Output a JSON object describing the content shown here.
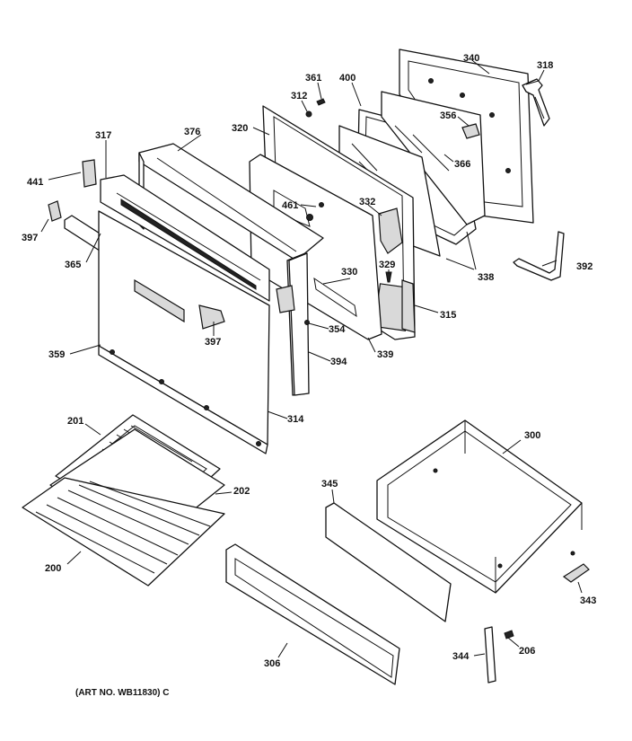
{
  "callouts": {
    "p340": "340",
    "p318": "318",
    "p361": "361",
    "p400": "400",
    "p312": "312",
    "p356": "356",
    "p320": "320",
    "p376": "376",
    "p317": "317",
    "p366": "366",
    "p441": "441",
    "p461": "461",
    "p332": "332",
    "p397a": "397",
    "p365": "365",
    "p338": "338",
    "p392": "392",
    "p329": "329",
    "p330": "330",
    "p315": "315",
    "p354": "354",
    "p397b": "397",
    "p359": "359",
    "p339": "339",
    "p394": "394",
    "p314": "314",
    "p201": "201",
    "p300": "300",
    "p345": "345",
    "p202": "202",
    "p200": "200",
    "p343": "343",
    "p206": "206",
    "p306": "306",
    "p344": "344"
  },
  "footer": {
    "art_number": "(ART NO. WB11830) C"
  }
}
